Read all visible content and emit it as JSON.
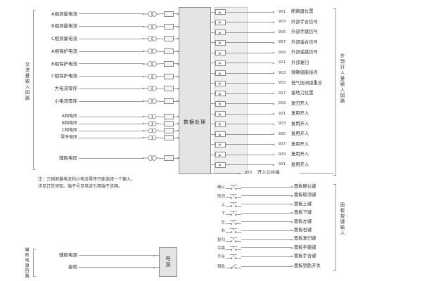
{
  "diagram": {
    "center_block_label": "数据处理",
    "power_block_label": "电源",
    "left_bracket_label": "交流量输入回路",
    "right_bracket_label": "外部开入量输入回路",
    "keys_bracket_label": "面板按键输入",
    "power_bracket_label": "辅助电源回路",
    "note": "注：三相测量电流和小电流零序只能选择一个输入，详见订货须知。端子号见电流引用端子说明。"
  },
  "ac_inputs": {
    "current_rows": [
      {
        "label": "A相测量电流"
      },
      {
        "label": "B相测量电流"
      },
      {
        "label": "C相测量电流"
      },
      {
        "label": "A相保护电流"
      },
      {
        "label": "B相保护电流"
      },
      {
        "label": "C相保护电流"
      },
      {
        "label": "大电流零序"
      },
      {
        "label": "小电流零序"
      }
    ],
    "voltage_rows": [
      {
        "label": "A相电压"
      },
      {
        "label": "B相电压"
      },
      {
        "label": "C相电压"
      },
      {
        "label": "零序电压"
      }
    ],
    "aux_row": {
      "label": "辅助电压"
    }
  },
  "switch_inputs": {
    "rows": [
      {
        "num": "901",
        "label": "断路器位置"
      },
      {
        "num": "903",
        "label": "外部手合信号"
      },
      {
        "num": "905",
        "label": "外部手跳信号"
      },
      {
        "num": "907",
        "label": "外部遥合信号"
      },
      {
        "num": "909",
        "label": "外部遥跳信号"
      },
      {
        "num": "911",
        "label": "外部复归"
      },
      {
        "num": "913",
        "label": "弹簧储能接点"
      },
      {
        "num": "915",
        "label": "低气压闭锁重合"
      },
      {
        "num": "917",
        "label": "接地刀位置"
      },
      {
        "num": "919",
        "label": "复归开入"
      },
      {
        "num": "921",
        "label": "复用开入"
      },
      {
        "num": "923",
        "label": "复用开入"
      },
      {
        "num": "925",
        "label": "复用开入"
      },
      {
        "num": "927",
        "label": "复用开入"
      },
      {
        "num": "929",
        "label": "复用开入"
      },
      {
        "num": "931",
        "label": "复用开入"
      }
    ],
    "common_row": {
      "num": "933",
      "label": "开入公共端"
    }
  },
  "panel_keys": {
    "rows": [
      {
        "key": "确认",
        "label": "面板确认键"
      },
      {
        "key": "取消",
        "label": "面板取消键"
      },
      {
        "key": "上",
        "label": "面板上键"
      },
      {
        "key": "下",
        "label": "面板下键"
      },
      {
        "key": "左",
        "label": "面板左键"
      },
      {
        "key": "右",
        "label": "面板右键"
      },
      {
        "key": "复归",
        "label": "面板复归键"
      },
      {
        "key": "手跳",
        "label": "面板手跳键"
      },
      {
        "key": "手合",
        "label": "面板手合键"
      }
    ],
    "key_switch_row": {
      "key": "钥匙",
      "label": "面板钥匙开关"
    }
  },
  "power": {
    "rows": [
      {
        "label": "辅助电源"
      },
      {
        "label": "接地"
      }
    ]
  }
}
